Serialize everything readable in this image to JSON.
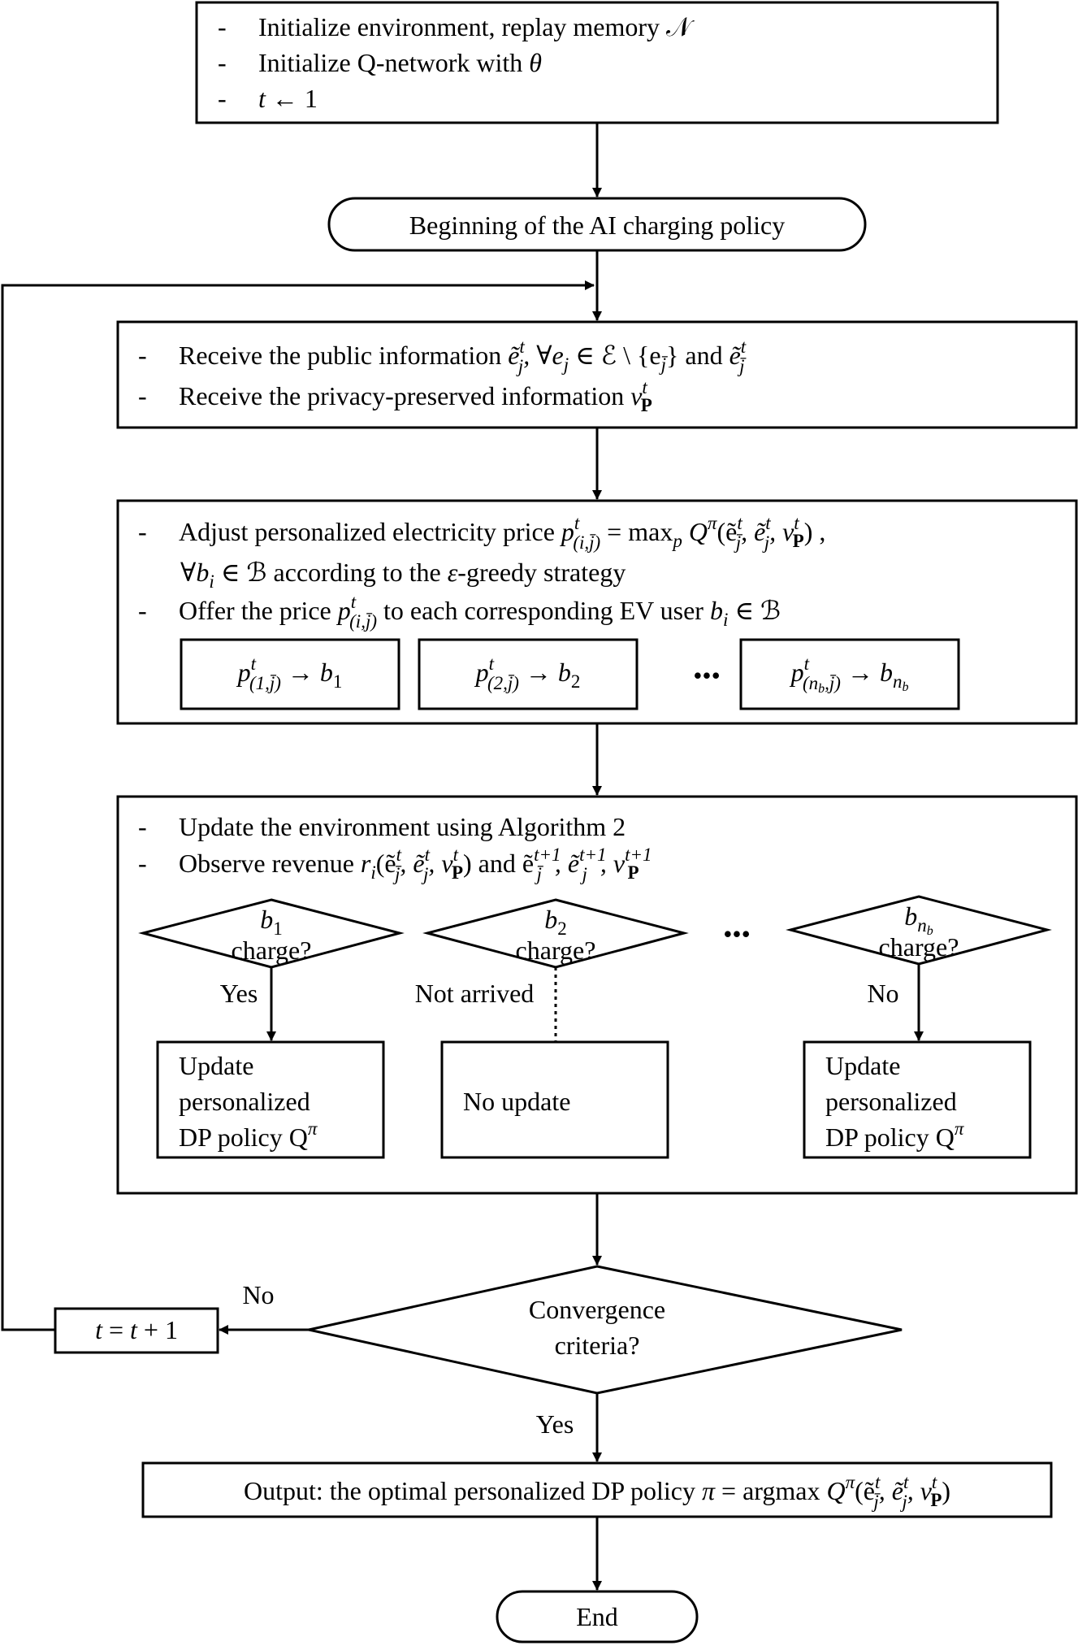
{
  "init_box": {
    "bullets": [
      "-",
      "-",
      "-"
    ],
    "line1": "Initialize environment, replay memory 𝒩",
    "line2_text": "Initialize Q-network with ",
    "line2_math": "θ",
    "line3_t": "t",
    "line3_rest": " ← 1"
  },
  "begin_label": "Beginning of the AI charging policy",
  "receive_box": {
    "bullets": [
      "-",
      "-"
    ],
    "line1_text": "Receive the public information ",
    "line1_e": "ẽ",
    "line1_sub": "j",
    "line1_sup": "t",
    "line1_forall": ",  ∀e",
    "line1_forall_sub": "j",
    "line1_set": " ∈ ℰ \\ {e",
    "line1_set_sub": "j̄",
    "line1_and": "} and ",
    "line1_e2": "ẽ",
    "line1_e2_sub": "j̄",
    "line1_e2_sup": "t",
    "line2_text": "Receive the privacy-preserved information ",
    "line2_v": "v",
    "line2_sub": "P",
    "line2_sup": "t"
  },
  "price_box": {
    "bullets": [
      "-",
      "-"
    ],
    "line1_text": "Adjust personalized electricity price ",
    "line1_p": "p",
    "line1_sup": "t",
    "line1_sub": "(i,j̄)",
    "line1_eq": " = max",
    "line1_max_sub": "p",
    "line1_q": " Q",
    "line1_q_sup": "π",
    "line1_args": "(ẽ",
    "line1_a1_sub": "j̄",
    "line1_a1_sup": "t",
    "line1_a2": ", ẽ",
    "line1_a2_sub": "j",
    "line1_a2_sup": "t",
    "line1_a3": ", v",
    "line1_a3_sub": "P",
    "line1_a3_sup": "t",
    "line1_close": ") ,",
    "line2_text_pre": "∀b",
    "line2_sub": "i",
    "line2_text": " ∈ ℬ according to the ",
    "line2_eps": "ε",
    "line2_tail": "-greedy strategy",
    "line3_text": "Offer the price ",
    "line3_p": "p",
    "line3_sup": "t",
    "line3_sub": "(i,j̄)",
    "line3_tail": " to each corresponding EV user ",
    "line3_b": "b",
    "line3_bsub": "i",
    "line3_end": " ∈ ℬ",
    "offers": [
      {
        "p": "p",
        "sup": "t",
        "sub": "(1,j̄)",
        "arrow": " → b",
        "bsub": "1"
      },
      {
        "p": "p",
        "sup": "t",
        "sub": "(2,j̄)",
        "arrow": " → b",
        "bsub": "2"
      },
      {
        "p": "p",
        "sup": "t",
        "sub": "(n",
        "sub2": "b",
        "sub3": ",j̄)",
        "arrow": " → b",
        "bsub": "n",
        "bsub2": "b"
      }
    ],
    "ellipsis": "•••"
  },
  "update_box": {
    "bullets": [
      "-",
      "-"
    ],
    "line1": "Update the environment using Algorithm 2",
    "line2_text": "Observe revenue ",
    "line2_r": "r",
    "line2_rsub": "i",
    "line2_open": "(ẽ",
    "line2_a1_sub": "j̄",
    "line2_a1_sup": "t",
    "line2_a2": ", ẽ",
    "line2_a2_sub": "j",
    "line2_a2_sup": "t",
    "line2_a3": ", v",
    "line2_a3_sub": "P",
    "line2_a3_sup": "t",
    "line2_and": ") and ẽ",
    "line2_n1_sub": "j̄",
    "line2_n1_sup": "t+1",
    "line2_n2": ", ẽ",
    "line2_n2_sub": "j",
    "line2_n2_sup": "t+1",
    "line2_n3": ", v",
    "line2_n3_sub": "P",
    "line2_n3_sup": "t+1",
    "decisions": [
      {
        "b": "b",
        "bsub": "1",
        "label": "charge?"
      },
      {
        "b": "b",
        "bsub": "2",
        "label": "charge?"
      },
      {
        "b": "b",
        "bsub": "n",
        "bsub2": "b",
        "label": "charge?"
      }
    ],
    "ellipsis": "•••",
    "edge_yes": "Yes",
    "edge_not_arrived": "Not arrived",
    "edge_no": "No",
    "result1_l1": "Update",
    "result1_l2": "personalized",
    "result1_l3": "DP policy Q",
    "result1_sup": "π",
    "result2": "No update",
    "result3_l1": "Update",
    "result3_l2": "personalized",
    "result3_l3": "DP policy Q",
    "result3_sup": "π"
  },
  "convergence": {
    "line1": "Convergence",
    "line2": "criteria?"
  },
  "increment": {
    "t": "t",
    "rest": " = ",
    "t2": "t",
    "tail": " + 1"
  },
  "edge_no": "No",
  "edge_yes": "Yes",
  "output_box": {
    "text": "Output: the optimal personalized DP policy ",
    "pi": "π",
    "eq": " = argmax ",
    "q": "Q",
    "q_sup": "π",
    "args": "(ẽ",
    "a1_sub": "j̄",
    "a1_sup": "t",
    "a2": ", ẽ",
    "a2_sub": "j",
    "a2_sup": "t",
    "a3": ", v",
    "a3_sub": "P",
    "a3_sup": "t",
    "close": ")"
  },
  "end_label": "End"
}
